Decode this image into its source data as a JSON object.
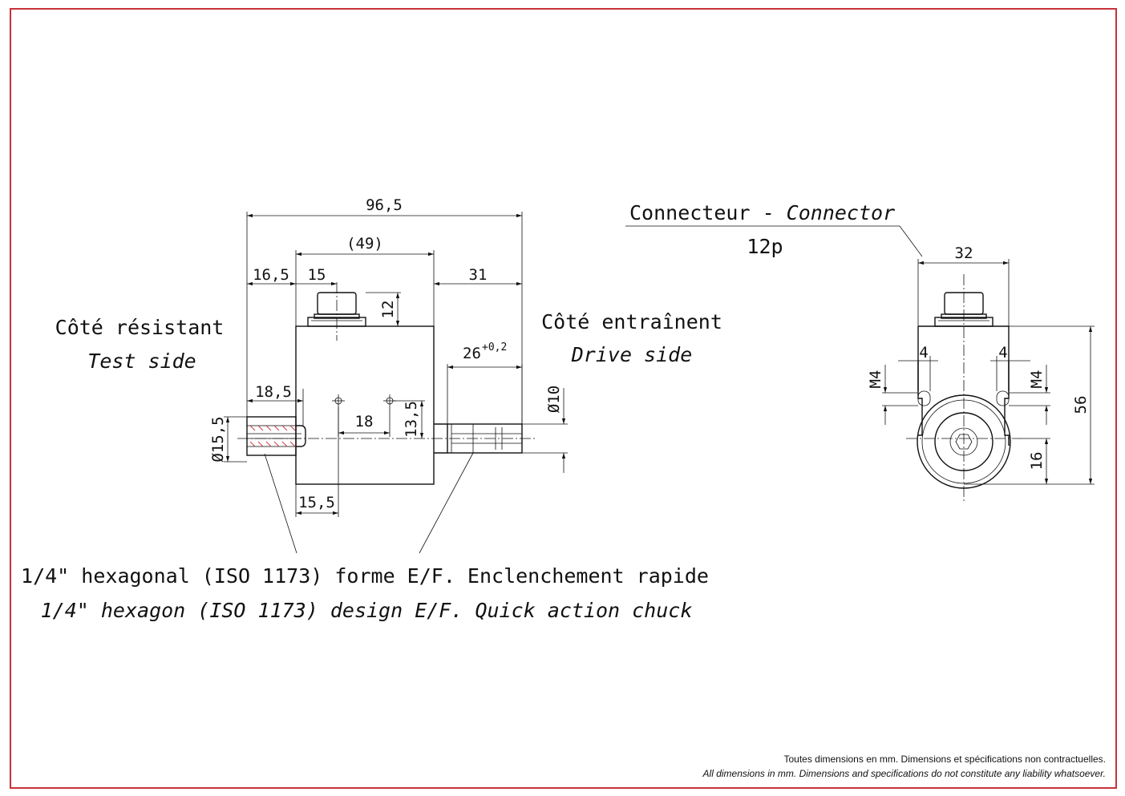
{
  "labels": {
    "test_side_fr": "Côté résistant",
    "test_side_en": "Test side",
    "drive_side_fr": "Côté entraînent",
    "drive_side_en": "Drive side",
    "connector_fr": "Connecteur - ",
    "connector_en": "Connector",
    "connector_pins": "12p",
    "hex_note_fr": "1/4\" hexagonal (ISO 1173) forme E/F. Enclenchement rapide",
    "hex_note_en": "1/4\" hexagon (ISO 1173) design E/F. Quick action chuck"
  },
  "dimensions": {
    "total_length": "96,5",
    "body_length": "(49)",
    "test_shaft": "16,5",
    "connector_offset": "15",
    "drive_shaft": "31",
    "connector_height": "12",
    "drive_tolerance": "26",
    "drive_tolerance_sup": "+0,2",
    "shaft_diameter": "Ø10",
    "socket_depth": "18,5",
    "socket_diameter": "Ø15,5",
    "hole_spacing": "18",
    "hole_height": "13,5",
    "hole_offset": "15,5",
    "end_width": "32",
    "slot_left": "4",
    "slot_right": "4",
    "thread_left": "M4",
    "thread_right": "M4",
    "end_height": "56",
    "axis_height": "16"
  },
  "footer": {
    "line1": "Toutes dimensions en mm. Dimensions et spécifications non contractuelles.",
    "line2": "All dimensions in mm. Dimensions and specifications do not constitute any liability whatsoever."
  },
  "colors": {
    "frame": "#c8323a",
    "hatch": "#c8323a",
    "ink": "#111111"
  }
}
